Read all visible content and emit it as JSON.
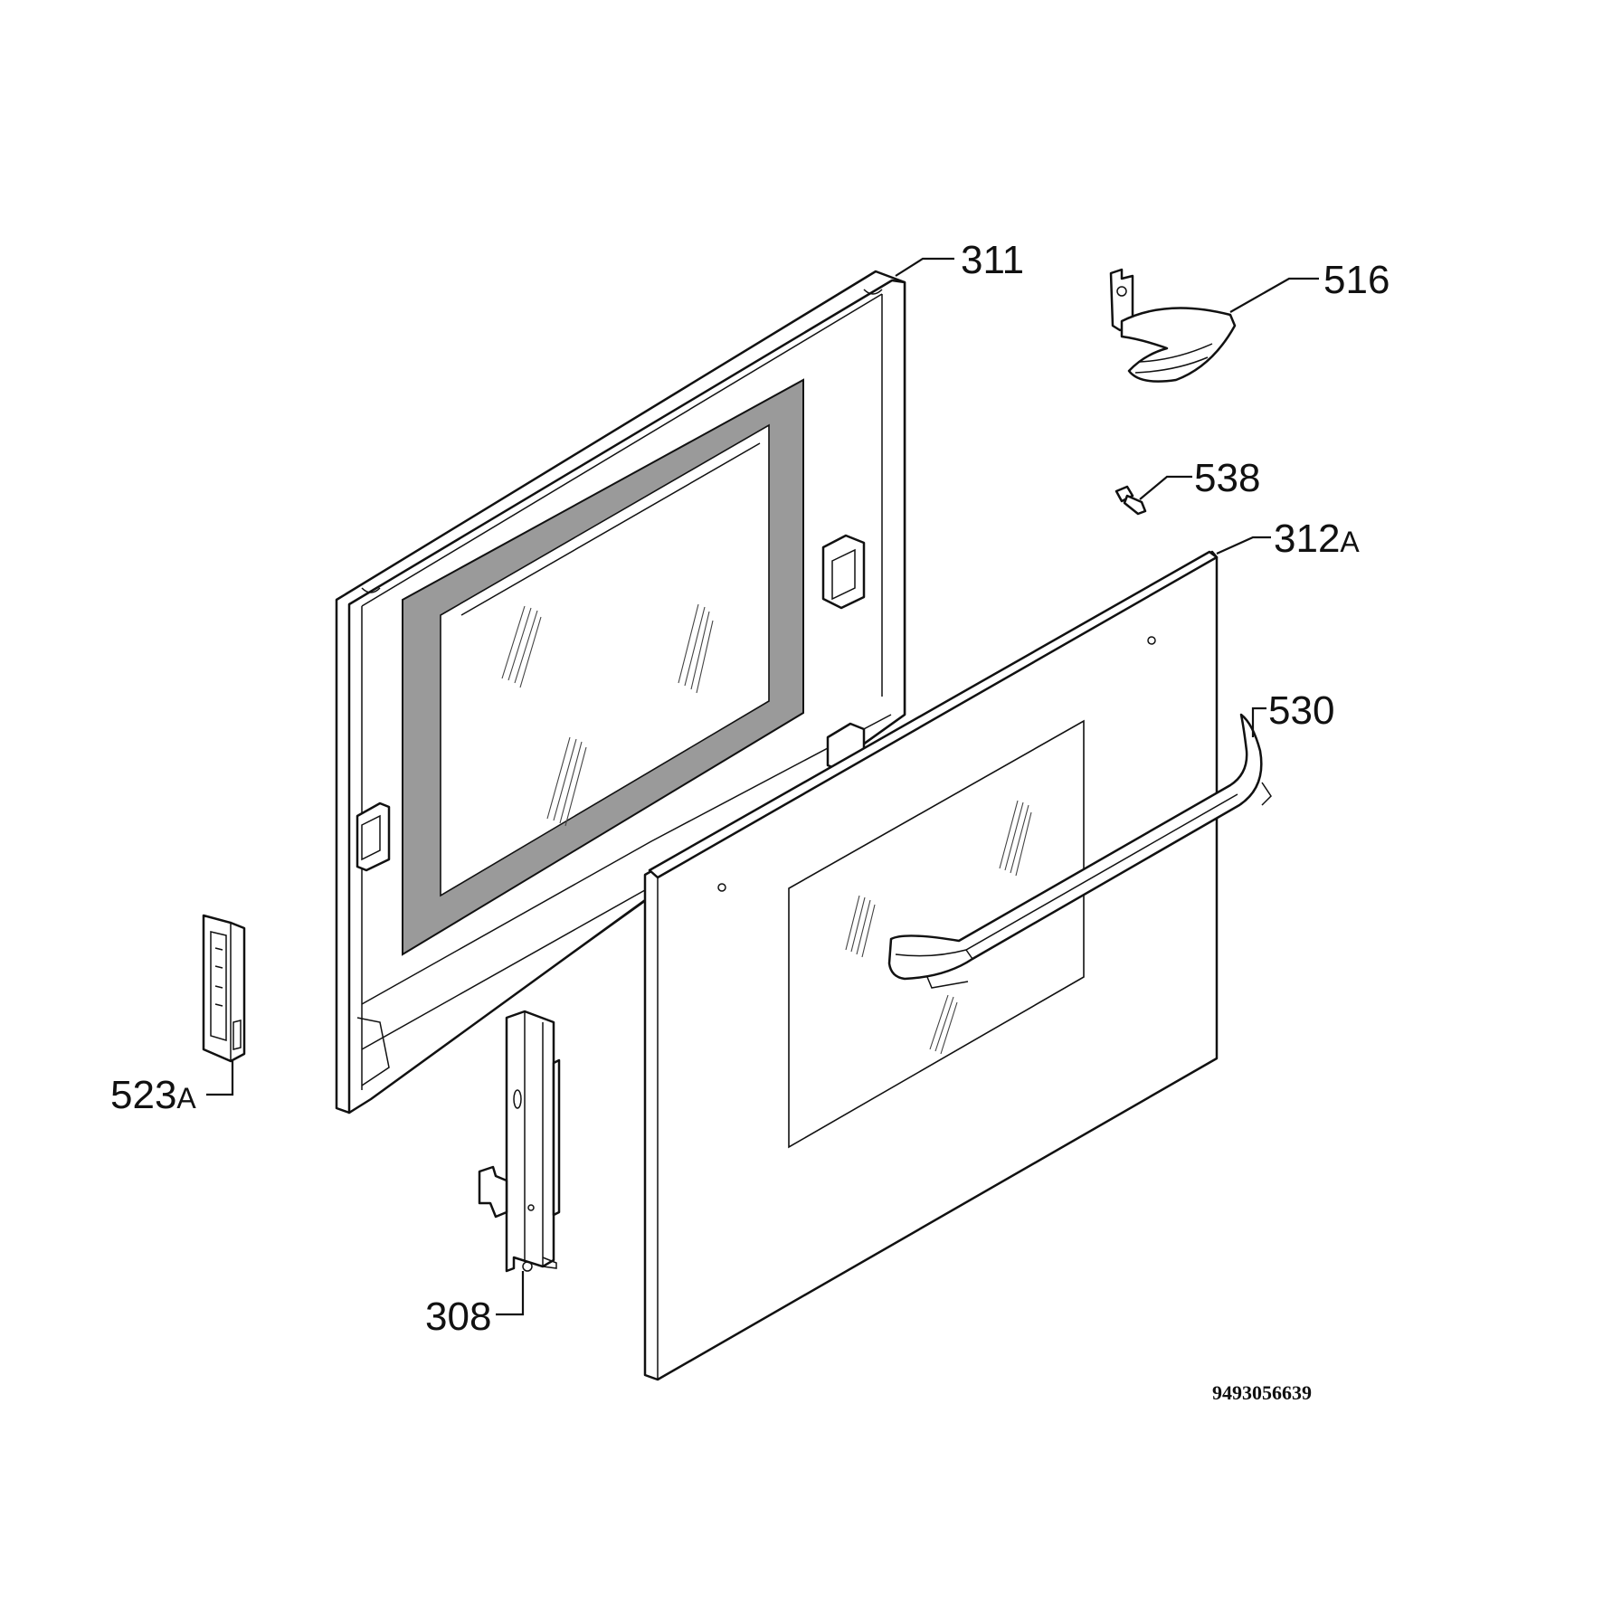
{
  "diagram": {
    "callouts": [
      {
        "id": "311",
        "text": "311"
      },
      {
        "id": "516",
        "text": "516"
      },
      {
        "id": "538",
        "text": "538"
      },
      {
        "id": "312A",
        "text": "312",
        "suffix": "A"
      },
      {
        "id": "530",
        "text": "530"
      },
      {
        "id": "523A",
        "text": "523",
        "suffix": "A"
      },
      {
        "id": "308",
        "text": "308"
      }
    ],
    "drawing_number": "9493056639"
  }
}
